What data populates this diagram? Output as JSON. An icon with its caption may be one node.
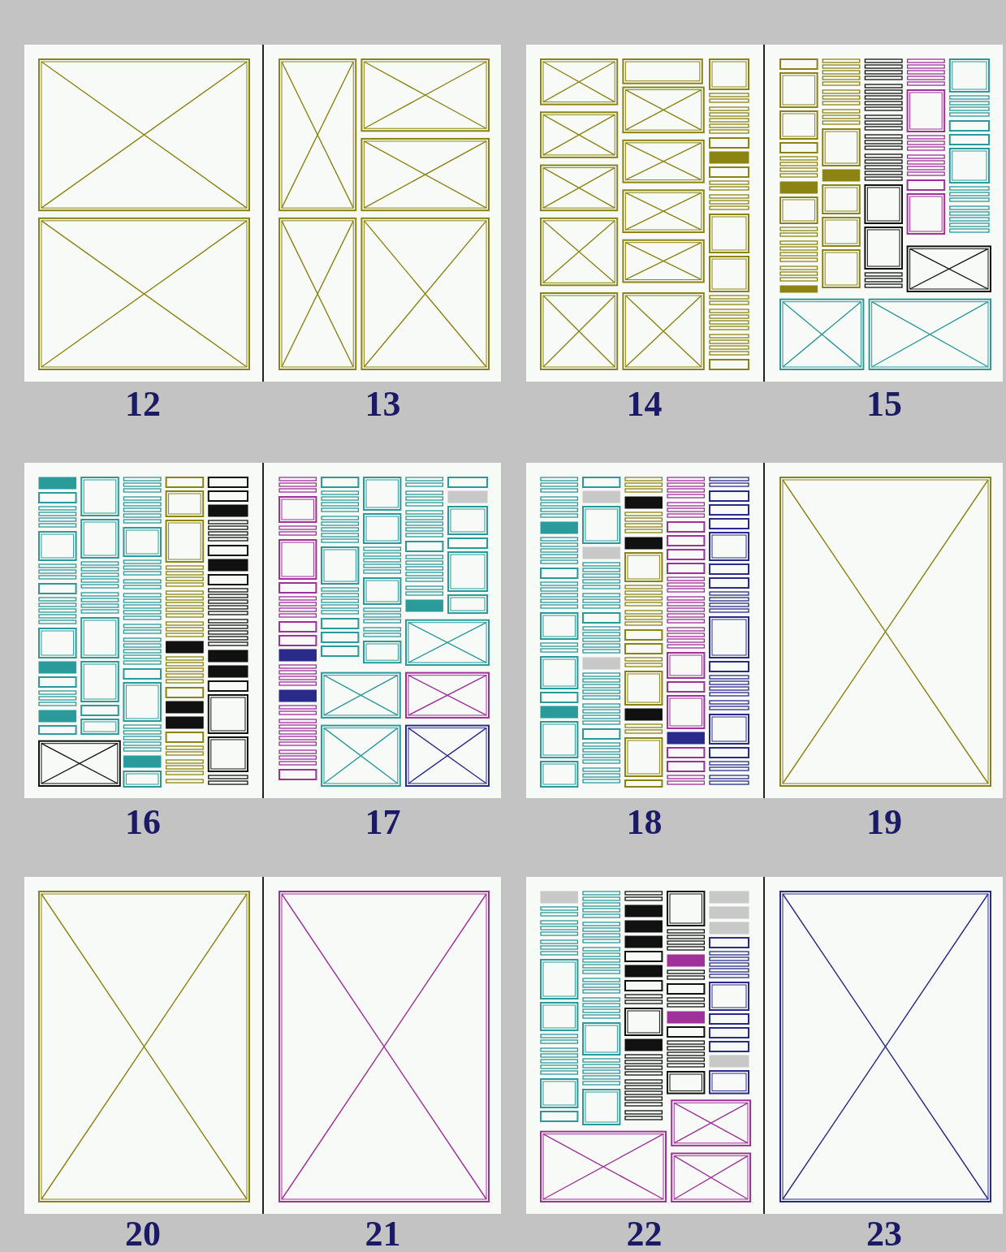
{
  "diagram": {
    "labels": [
      "12",
      "13",
      "14",
      "15",
      "16",
      "17",
      "18",
      "19",
      "20",
      "21",
      "22",
      "23"
    ]
  }
}
